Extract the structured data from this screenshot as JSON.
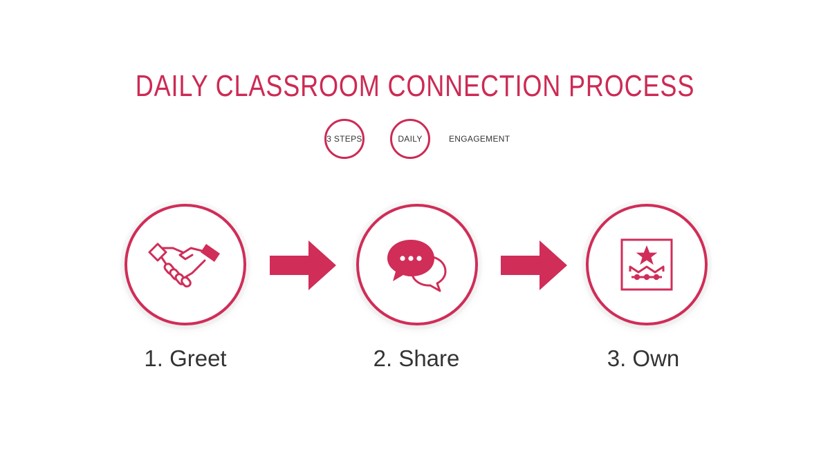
{
  "title": "DAILY CLASSROOM CONNECTION PROCESS",
  "badges": {
    "steps": "3 STEPS",
    "daily": "DAILY",
    "engagement": "ENGAGEMENT"
  },
  "steps": [
    {
      "label": "1. Greet",
      "icon": "handshake-icon"
    },
    {
      "label": "2. Share",
      "icon": "speech-bubbles-icon"
    },
    {
      "label": "3. Own",
      "icon": "star-hierarchy-icon"
    }
  ],
  "colors": {
    "accent": "#cc2a54",
    "text": "#333333"
  }
}
